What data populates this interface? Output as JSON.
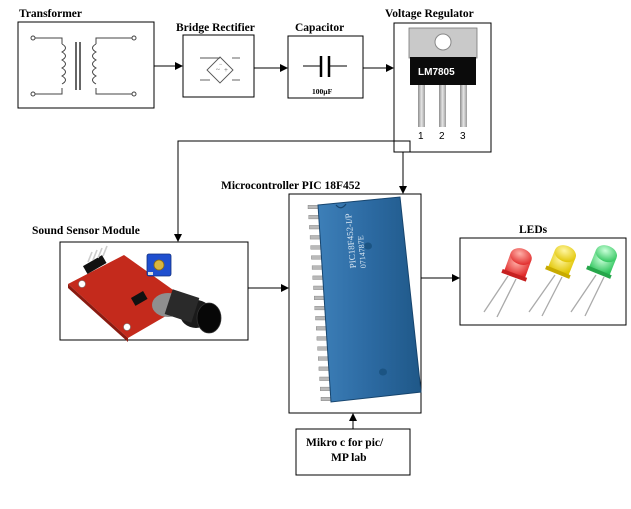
{
  "blocks": {
    "transformer": "Transformer",
    "bridge_rectifier": "Bridge Rectifier",
    "capacitor": "Capacitor",
    "capacitor_value": "100µF",
    "voltage_regulator": "Voltage Regulator",
    "regulator_part": "LM7805",
    "regulator_pins": [
      "1",
      "2",
      "3"
    ],
    "microcontroller": "Microcontroller PIC 18F452",
    "sound_sensor": "Sound Sensor Module",
    "leds": "LEDs",
    "mikroc_line1": "Mikro c for pic/",
    "mikroc_line2": "MP lab"
  },
  "chip_marking": [
    "PIC18F452-I/P",
    "0714787E"
  ],
  "colors": {
    "chip_blue": "#2f6fa6",
    "sensor_red": "#c8281e",
    "led_red": "#e53030",
    "led_yellow": "#ecd214",
    "led_green": "#3fd36a"
  }
}
